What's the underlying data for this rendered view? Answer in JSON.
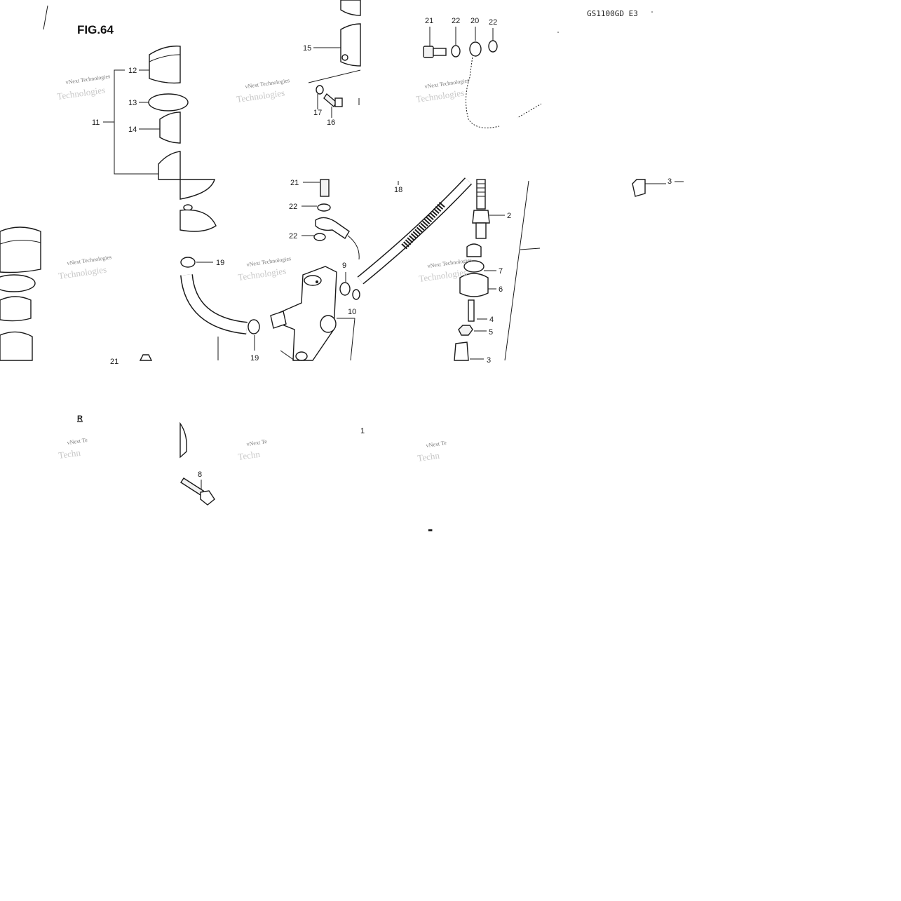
{
  "figure": {
    "title": "FIG.64",
    "model_code": "GS1100GD E3",
    "watermark": "vNext Technologies",
    "watermark_partial": "vNext Te",
    "watermark_partial_2": "Techn",
    "stray_letter": "R",
    "stray_dash": "-"
  },
  "labels": {
    "l1": "1",
    "l2": "2",
    "l3": "3",
    "l3b": "3",
    "l4": "4",
    "l5": "5",
    "l6": "6",
    "l7": "7",
    "l8": "8",
    "l9": "9",
    "l10": "10",
    "l11": "11",
    "l12": "12",
    "l13": "13",
    "l14": "14",
    "l15": "15",
    "l16": "16",
    "l17": "17",
    "l18": "18",
    "l19a": "19",
    "l19b": "19",
    "l20": "20",
    "l21a": "21",
    "l21b": "21",
    "l21c": "21",
    "l22a": "22",
    "l22b": "22",
    "l22c": "22",
    "l22d": "22"
  }
}
